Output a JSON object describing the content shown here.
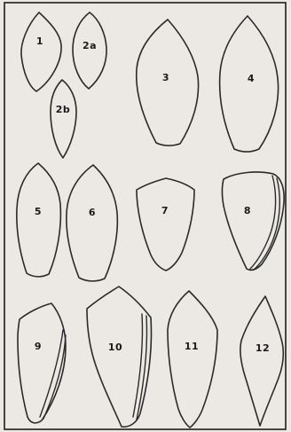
{
  "plate": {
    "border_color": "#1d1d1d",
    "background_color": "#ece9e5",
    "line_color": "#2a2a2a"
  },
  "figures": [
    {
      "id": "1",
      "label": "1"
    },
    {
      "id": "2a",
      "label": "2a"
    },
    {
      "id": "2b",
      "label": "2b"
    },
    {
      "id": "3",
      "label": "3"
    },
    {
      "id": "4",
      "label": "4"
    },
    {
      "id": "5",
      "label": "5"
    },
    {
      "id": "6",
      "label": "6"
    },
    {
      "id": "7",
      "label": "7"
    },
    {
      "id": "8",
      "label": "8"
    },
    {
      "id": "9",
      "label": "9"
    },
    {
      "id": "10",
      "label": "10"
    },
    {
      "id": "11",
      "label": "11"
    },
    {
      "id": "12",
      "label": "12"
    }
  ]
}
